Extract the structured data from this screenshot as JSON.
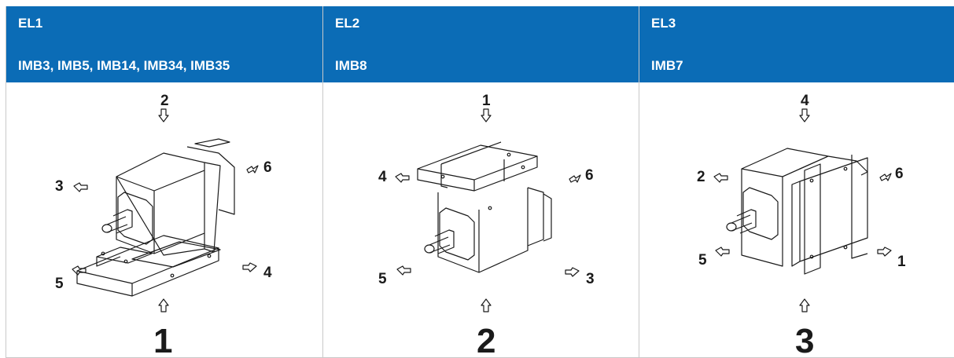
{
  "colors": {
    "header_bg": "#0b6cb6",
    "header_text": "#ffffff",
    "line": "#1a1a1a"
  },
  "columns": [
    {
      "code": "EL1",
      "designations": "IMB3, IMB5, IMB14, IMB34, IMB35",
      "position_number": "1",
      "arrows": {
        "top": "2",
        "upper_left": "3",
        "upper_right": "6",
        "lower_left": "5",
        "lower_right": "4"
      }
    },
    {
      "code": "EL2",
      "designations": "IMB8",
      "position_number": "2",
      "arrows": {
        "top": "1",
        "upper_left": "4",
        "upper_right": "6",
        "lower_left": "5",
        "lower_right": "3"
      }
    },
    {
      "code": "EL3",
      "designations": "IMB7",
      "position_number": "3",
      "arrows": {
        "top": "4",
        "upper_left": "2",
        "upper_right": "6",
        "lower_left": "5",
        "lower_right": "1"
      }
    }
  ]
}
